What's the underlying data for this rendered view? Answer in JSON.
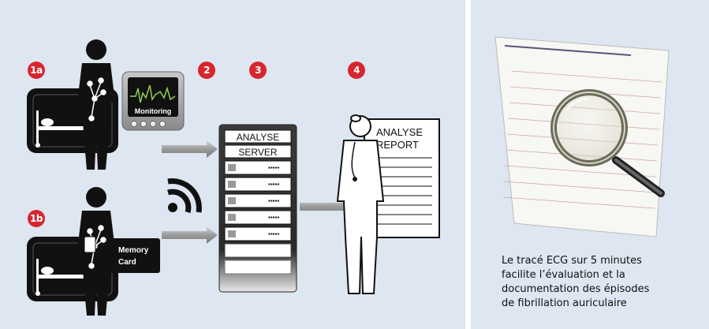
{
  "steps": {
    "step_1a": "1a",
    "step_1b": "1b",
    "step_2": "2",
    "step_3": "3",
    "step_4": "4"
  },
  "devices": {
    "monitoring_label": "Monitoring",
    "memory_card_line1": "Memory",
    "memory_card_line2": "Card"
  },
  "server": {
    "line1": "ANALYSE",
    "line2": "SERVER"
  },
  "report": {
    "line1": "ANALYSE",
    "line2": "REPORT"
  },
  "caption": {
    "lines": [
      "Le tracé ECG sur 5 minutes",
      "facilite l’évaluation et la",
      "documentation des épisodes",
      "de fibrillation auriculaire"
    ]
  },
  "colors": {
    "panel_background": "#dde6f1",
    "badge_red": "#d7262e",
    "monitor_green": "#8fd14f"
  }
}
